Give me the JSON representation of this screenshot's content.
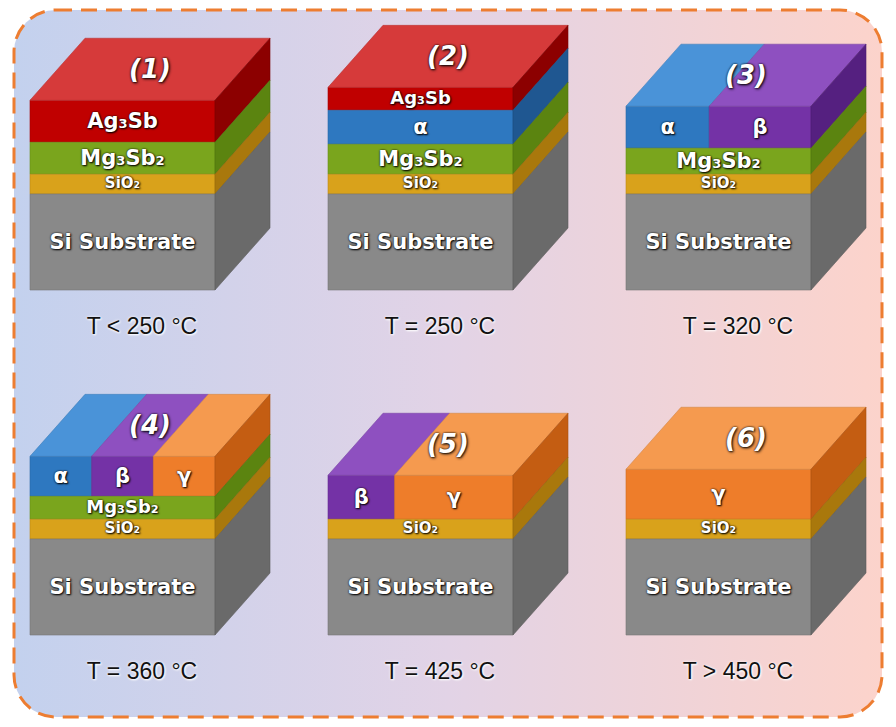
{
  "diagram": {
    "nodes": [
      {
        "text": [
          "Ag₃Sb"
        ]
      },
      {
        "text": [
          "Mg₃Sb₂"
        ]
      },
      {
        "text": [
          "SiO₂"
        ]
      },
      {
        "text": [
          "Si Substrate"
        ]
      },
      {
        "text": [
          "Ag₃Sb"
        ]
      },
      {
        "text": [
          "α"
        ]
      },
      {
        "text": [
          "Mg₃Sb₂"
        ]
      },
      {
        "text": [
          "SiO₂"
        ]
      },
      {
        "text": [
          "Si Substrate"
        ]
      },
      {
        "text": [
          "α"
        ]
      },
      {
        "text": [
          "β"
        ]
      },
      {
        "text": [
          "Mg₃Sb₂"
        ]
      },
      {
        "text": [
          "SiO₂"
        ]
      },
      {
        "text": [
          "Si Substrate"
        ]
      },
      {
        "text": [
          "α"
        ]
      },
      {
        "text": [
          "β"
        ]
      },
      {
        "text": [
          "γ"
        ]
      },
      {
        "text": [
          "Mg₃Sb₂"
        ]
      },
      {
        "text": [
          "SiO₂"
        ]
      },
      {
        "text": [
          "Si Substrate"
        ]
      },
      {
        "text": [
          "β"
        ]
      },
      {
        "text": [
          "γ"
        ]
      },
      {
        "text": [
          "SiO₂"
        ]
      },
      {
        "text": [
          "Si Substrate"
        ]
      },
      {
        "text": [
          "γ"
        ]
      },
      {
        "text": [
          "SiO₂"
        ]
      },
      {
        "text": [
          "Si Substrate"
        ]
      }
    ],
    "labels": [
      "(1)",
      "T < 250 °C",
      "(2)",
      "T = 250 °C",
      "(3)",
      "T = 320 °C",
      "(4)",
      "T = 360 °C",
      "(5)",
      "T = 425 °C",
      "(6)",
      "T > 450 °C"
    ]
  }
}
